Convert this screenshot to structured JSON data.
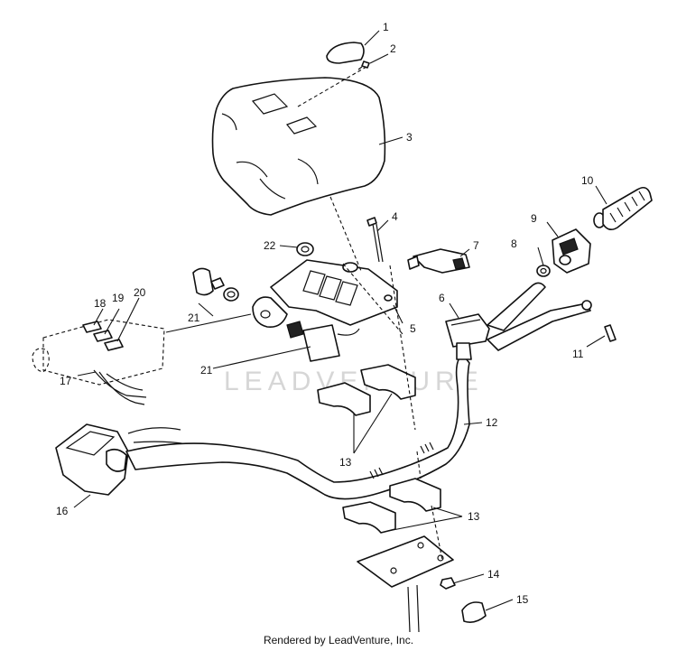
{
  "callouts": [
    "1",
    "2",
    "3",
    "4",
    "5",
    "6",
    "7",
    "8",
    "9",
    "10",
    "11",
    "12",
    "13",
    "13",
    "14",
    "15",
    "16",
    "17",
    "18",
    "19",
    "20",
    "21",
    "21",
    "22"
  ],
  "watermark": "LEADVENTURE",
  "footer": "Rendered by LeadVenture, Inc."
}
